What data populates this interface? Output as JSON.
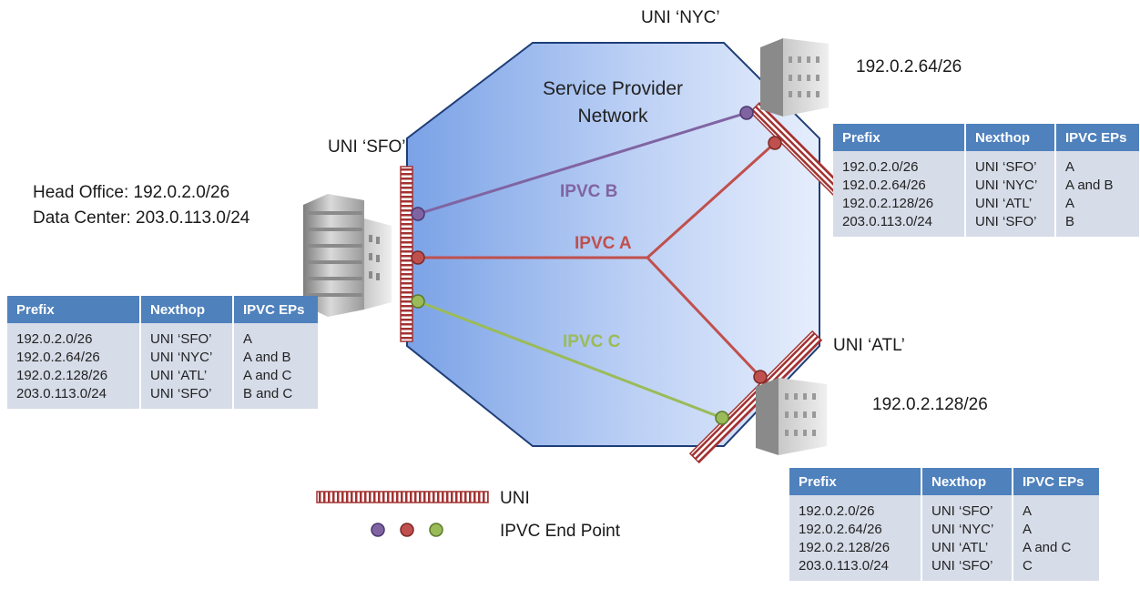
{
  "network_label_line1": "Service Provider",
  "network_label_line2": "Network",
  "uni_labels": {
    "sfo": "UNI ‘SFO’",
    "nyc": "UNI ‘NYC’",
    "atl": "UNI ‘ATL’"
  },
  "sites": {
    "head_office": "Head Office: 192.0.2.0/26",
    "data_center": "Data Center: 203.0.113.0/24",
    "nyc_prefix": "192.0.2.64/26",
    "atl_prefix": "192.0.2.128/26"
  },
  "ipvc_labels": {
    "a": "IPVC A",
    "b": "IPVC B",
    "c": "IPVC C"
  },
  "colors": {
    "ipvc_a": "#c0504d",
    "ipvc_b": "#8064a2",
    "ipvc_c": "#9bbb59",
    "uni": "#a03030",
    "table_header": "#4f81bd",
    "table_body": "#d6dce8"
  },
  "legend": {
    "uni": "UNI",
    "end_point": "IPVC End Point"
  },
  "tables": {
    "sfo": {
      "headers": [
        "Prefix",
        "Nexthop",
        "IPVC EPs"
      ],
      "rows": [
        [
          "192.0.2.0/26",
          "UNI ‘SFO’",
          "A"
        ],
        [
          "192.0.2.64/26",
          "UNI ‘NYC’",
          "A and B"
        ],
        [
          "192.0.2.128/26",
          "UNI ‘ATL’",
          "A and C"
        ],
        [
          "203.0.113.0/24",
          "UNI ‘SFO’",
          "B and C"
        ]
      ]
    },
    "nyc": {
      "headers": [
        "Prefix",
        "Nexthop",
        "IPVC EPs"
      ],
      "rows": [
        [
          "192.0.2.0/26",
          "UNI ‘SFO’",
          "A"
        ],
        [
          "192.0.2.64/26",
          "UNI ‘NYC’",
          "A and B"
        ],
        [
          "192.0.2.128/26",
          "UNI ‘ATL’",
          "A"
        ],
        [
          "203.0.113.0/24",
          "UNI ‘SFO’",
          "B"
        ]
      ]
    },
    "atl": {
      "headers": [
        "Prefix",
        "Nexthop",
        "IPVC EPs"
      ],
      "rows": [
        [
          "192.0.2.0/26",
          "UNI ‘SFO’",
          "A"
        ],
        [
          "192.0.2.64/26",
          "UNI ‘NYC’",
          "A"
        ],
        [
          "192.0.2.128/26",
          "UNI ‘ATL’",
          "A and C"
        ],
        [
          "203.0.113.0/24",
          "UNI ‘SFO’",
          "C"
        ]
      ]
    }
  }
}
